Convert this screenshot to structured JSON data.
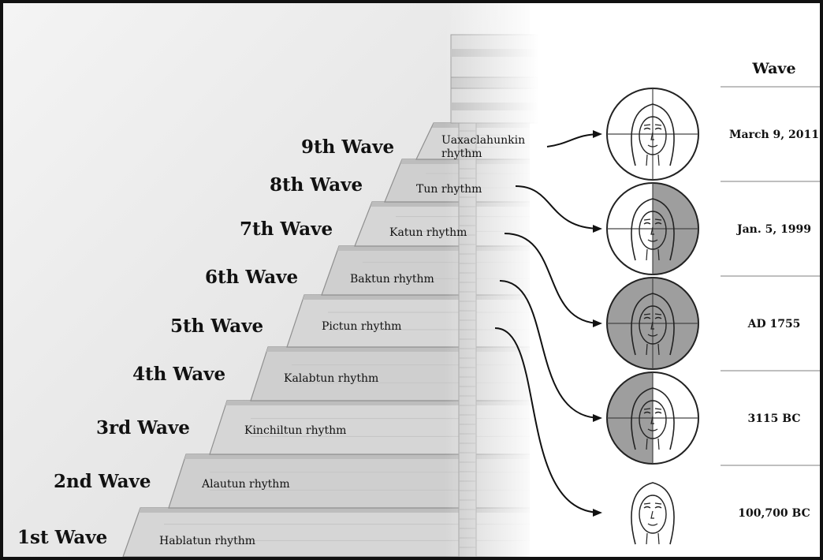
{
  "header": {
    "column_title": "Wave"
  },
  "waves": [
    {
      "name": "1st Wave",
      "rhythm": "Hablatun rhythm"
    },
    {
      "name": "2nd Wave",
      "rhythm": "Alautun rhythm"
    },
    {
      "name": "3rd Wave",
      "rhythm": "Kinchiltun rhythm"
    },
    {
      "name": "4th Wave",
      "rhythm": "Kalabtun rhythm"
    },
    {
      "name": "5th Wave",
      "rhythm": "Pictun rhythm"
    },
    {
      "name": "6th Wave",
      "rhythm": "Baktun rhythm"
    },
    {
      "name": "7th Wave",
      "rhythm": "Katun rhythm"
    },
    {
      "name": "8th Wave",
      "rhythm": "Tun rhythm"
    },
    {
      "name": "9th Wave",
      "rhythm": "Uaxaclahunkin rhythm"
    }
  ],
  "milestones": [
    {
      "date": "March 9, 2011",
      "shading": "none"
    },
    {
      "date": "Jan. 5, 1999",
      "shading": "right-half"
    },
    {
      "date": "AD 1755",
      "shading": "full"
    },
    {
      "date": "3115 BC",
      "shading": "left-half"
    },
    {
      "date": "100,700 BC",
      "shading": "no-circle"
    }
  ],
  "colors": {
    "text": "#111111",
    "stone_light": "#e2e2e2",
    "stone_dark": "#b8b8b8",
    "shade": "#9e9e9e",
    "divider": "#aaaaaa"
  }
}
